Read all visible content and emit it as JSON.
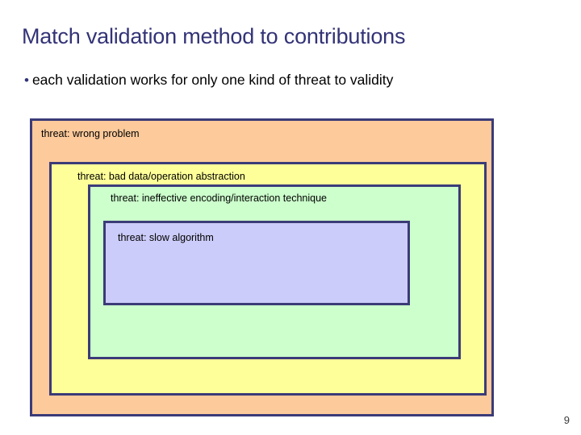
{
  "slide": {
    "title": "Match validation method to contributions",
    "page_number": "9",
    "title_color": "#333377",
    "border_color": "#3b3b78"
  },
  "bullets": [
    {
      "marker": "•",
      "text": "each validation works for only one kind of threat to validity"
    }
  ],
  "nested_boxes": [
    {
      "id": "wrong-problem",
      "label": "threat: wrong problem",
      "fill": "#fcca9b",
      "level": 1
    },
    {
      "id": "bad-abstraction",
      "label": "threat: bad data/operation abstraction",
      "fill": "#ffff99",
      "level": 2
    },
    {
      "id": "ineffective-encoding",
      "label": "threat: ineffective encoding/interaction technique",
      "fill": "#ccffcc",
      "level": 3
    },
    {
      "id": "slow-algorithm",
      "label": "threat: slow algorithm",
      "fill": "#ccccfa",
      "level": 4
    }
  ]
}
